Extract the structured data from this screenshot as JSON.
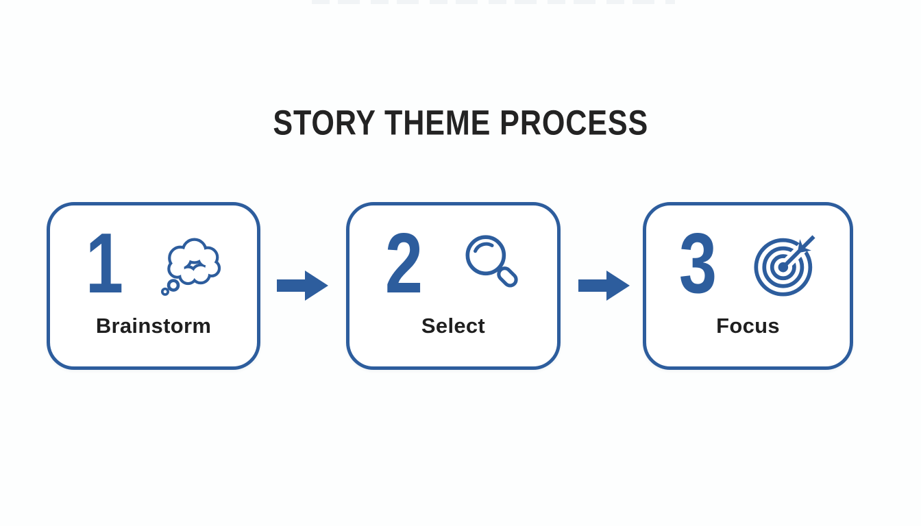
{
  "title": "STORY THEME PROCESS",
  "colors": {
    "accent": "#2d5d9d",
    "text_dark": "#1f1f1f",
    "background": "#fdfefe"
  },
  "steps": [
    {
      "number": "1",
      "label": "Brainstorm",
      "icon": "thought-bubble-icon"
    },
    {
      "number": "2",
      "label": "Select",
      "icon": "magnifying-glass-icon"
    },
    {
      "number": "3",
      "label": "Focus",
      "icon": "target-arrow-icon"
    }
  ],
  "connector_icon": "arrow-right-icon"
}
